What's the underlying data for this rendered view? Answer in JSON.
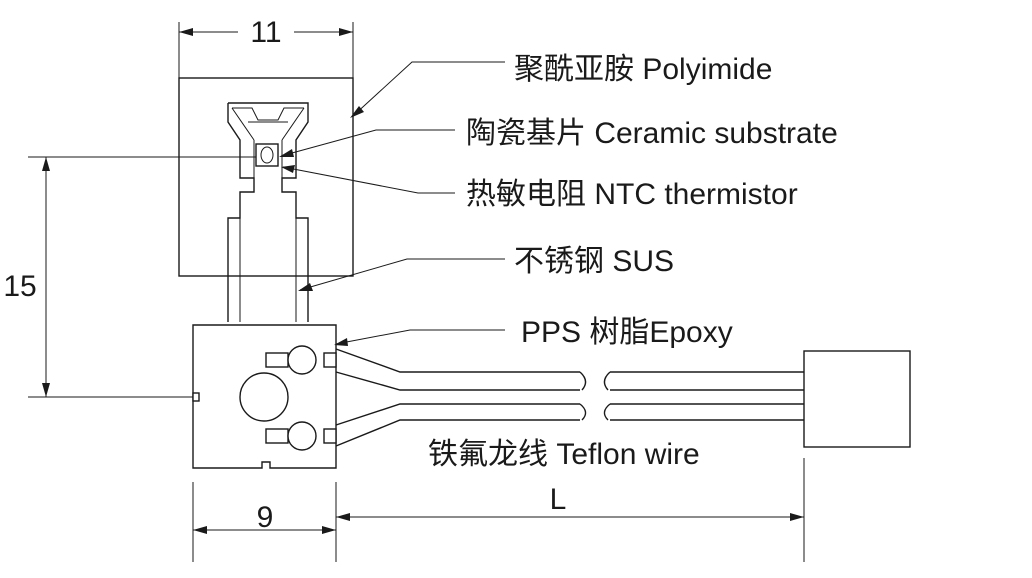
{
  "dimensions": {
    "top_width": "11",
    "height": "15",
    "bottom_width": "9",
    "length": "L"
  },
  "labels": {
    "polyimide": "聚酰亚胺 Polyimide",
    "ceramic": "陶瓷基片 Ceramic substrate",
    "ntc": "热敏电阻 NTC thermistor",
    "sus": "不锈钢 SUS",
    "pps": "PPS 树脂Epoxy",
    "teflon": "铁氟龙线 Teflon wire"
  }
}
